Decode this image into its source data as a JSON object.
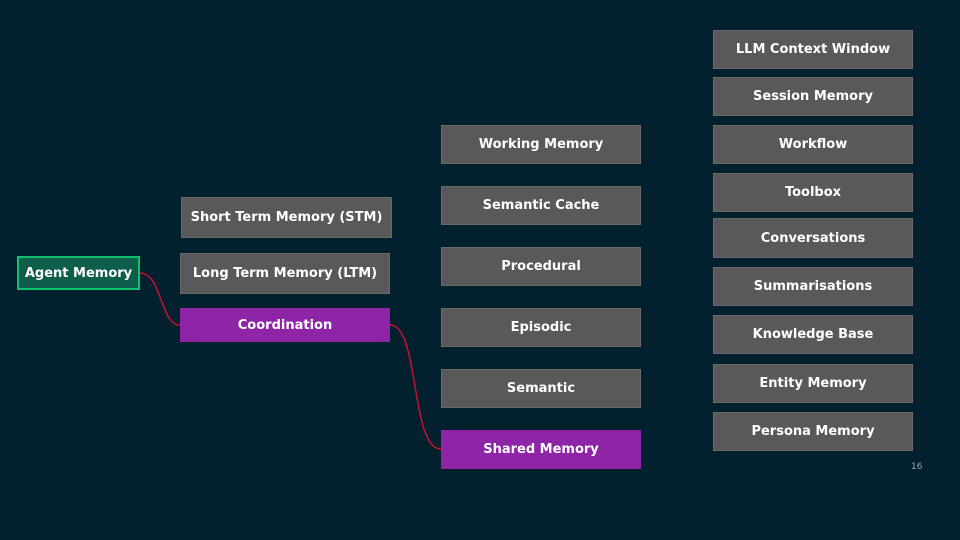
{
  "root": {
    "label": "Agent Memory"
  },
  "level1": [
    {
      "label": "Short Term Memory (STM)",
      "highlight": false
    },
    {
      "label": "Long Term Memory (LTM)",
      "highlight": false
    },
    {
      "label": "Coordination",
      "highlight": true
    }
  ],
  "level2": [
    {
      "label": "Working Memory",
      "highlight": false
    },
    {
      "label": "Semantic Cache",
      "highlight": false
    },
    {
      "label": "Procedural",
      "highlight": false
    },
    {
      "label": "Episodic",
      "highlight": false
    },
    {
      "label": "Semantic",
      "highlight": false
    },
    {
      "label": "Shared Memory",
      "highlight": true
    }
  ],
  "level3": [
    {
      "label": "LLM Context Window"
    },
    {
      "label": "Session Memory"
    },
    {
      "label": "Workflow"
    },
    {
      "label": "Toolbox"
    },
    {
      "label": "Conversations"
    },
    {
      "label": "Summarisations"
    },
    {
      "label": "Knowledge Base"
    },
    {
      "label": "Entity Memory"
    },
    {
      "label": "Persona Memory"
    }
  ],
  "page_number": "16",
  "colors": {
    "background": "#03202f",
    "node_gray": "#595959",
    "node_highlight": "#8e25a6",
    "root_fill": "#0f5e4b",
    "root_border": "#10c06d",
    "connector": "#c8102e"
  }
}
